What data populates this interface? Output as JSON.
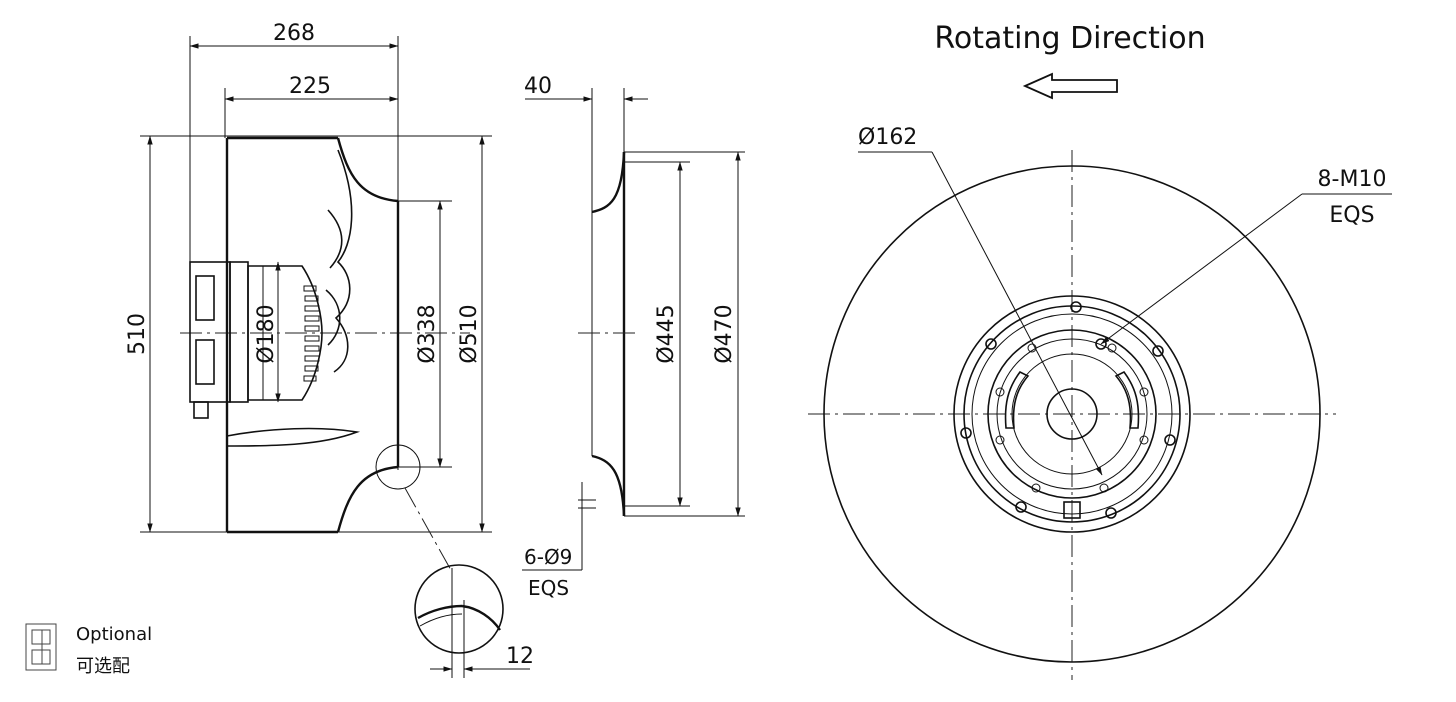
{
  "side_view": {
    "overall_width": "268",
    "impeller_width": "225",
    "height": "510",
    "motor_dia": "Ø180",
    "inlet_dia": "Ø338",
    "outer_dia": "Ø510"
  },
  "ring_view": {
    "thickness": "40",
    "bolt_circle": "Ø445",
    "ring_dia": "Ø470",
    "holes_line1": "6-Ø9",
    "holes_line2": "EQS"
  },
  "detail": {
    "gap": "12"
  },
  "front_view": {
    "title": "Rotating Direction",
    "hub_dia": "Ø162",
    "threads_line1": "8-M10",
    "threads_line2": "EQS"
  },
  "legend": {
    "label_en": "Optional",
    "label_zh": "可选配"
  }
}
